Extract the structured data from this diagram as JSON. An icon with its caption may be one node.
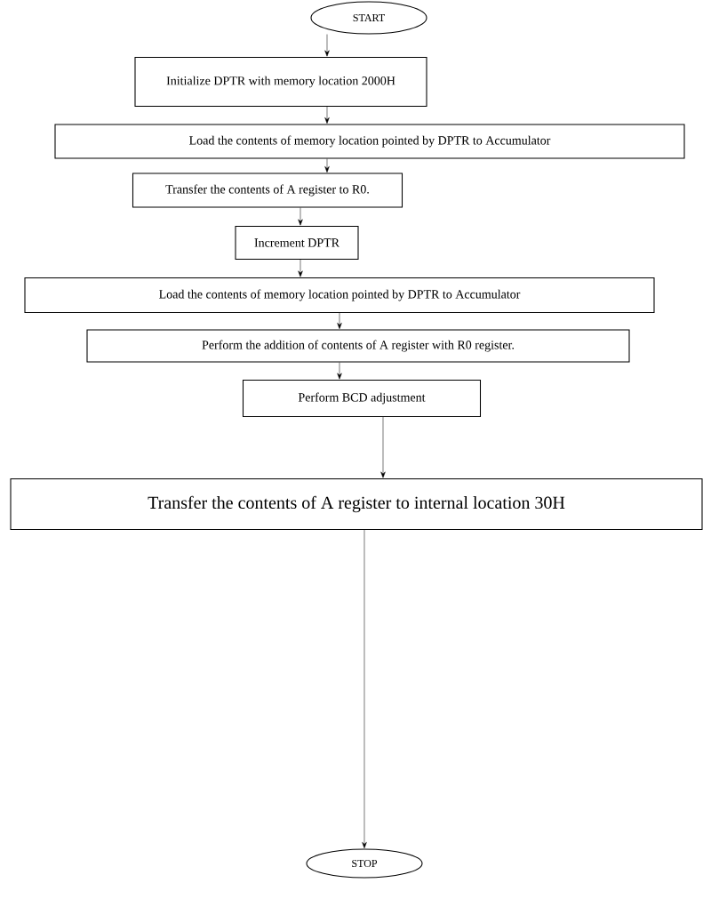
{
  "diagram": {
    "nodes": [
      {
        "text": [
          "START"
        ]
      },
      {
        "text": [
          "Initialize DPTR with memory location 2000H"
        ]
      },
      {
        "text": [
          "Load the contents of memory location pointed by DPTR to Accumulator"
        ]
      },
      {
        "text": [
          "Transfer the contents of A register to R0."
        ]
      },
      {
        "text": [
          "Increment DPTR"
        ]
      },
      {
        "text": [
          "Load the contents of memory location pointed by DPTR to Accumulator"
        ]
      },
      {
        "text": [
          "Perform the addition of contents of A register with R0 register."
        ]
      },
      {
        "text": [
          "Perform  BCD  adjustment"
        ]
      },
      {
        "text": [
          "Transfer the contents of A register to internal location 30H"
        ]
      },
      {
        "text": [
          "STOP"
        ]
      }
    ],
    "edges": [
      {
        "from": 0,
        "to": 1,
        "arrow": "to"
      },
      {
        "from": 1,
        "to": 2,
        "arrow": "to"
      },
      {
        "from": 2,
        "to": 3,
        "arrow": "to"
      },
      {
        "from": 3,
        "to": 4,
        "arrow": "to"
      },
      {
        "from": 4,
        "to": 5,
        "arrow": "to"
      },
      {
        "from": 5,
        "to": 6,
        "arrow": "to"
      },
      {
        "from": 6,
        "to": 7,
        "arrow": "to"
      },
      {
        "from": 7,
        "to": 8,
        "arrow": "to"
      },
      {
        "from": 8,
        "to": 9,
        "arrow": "to"
      }
    ]
  }
}
